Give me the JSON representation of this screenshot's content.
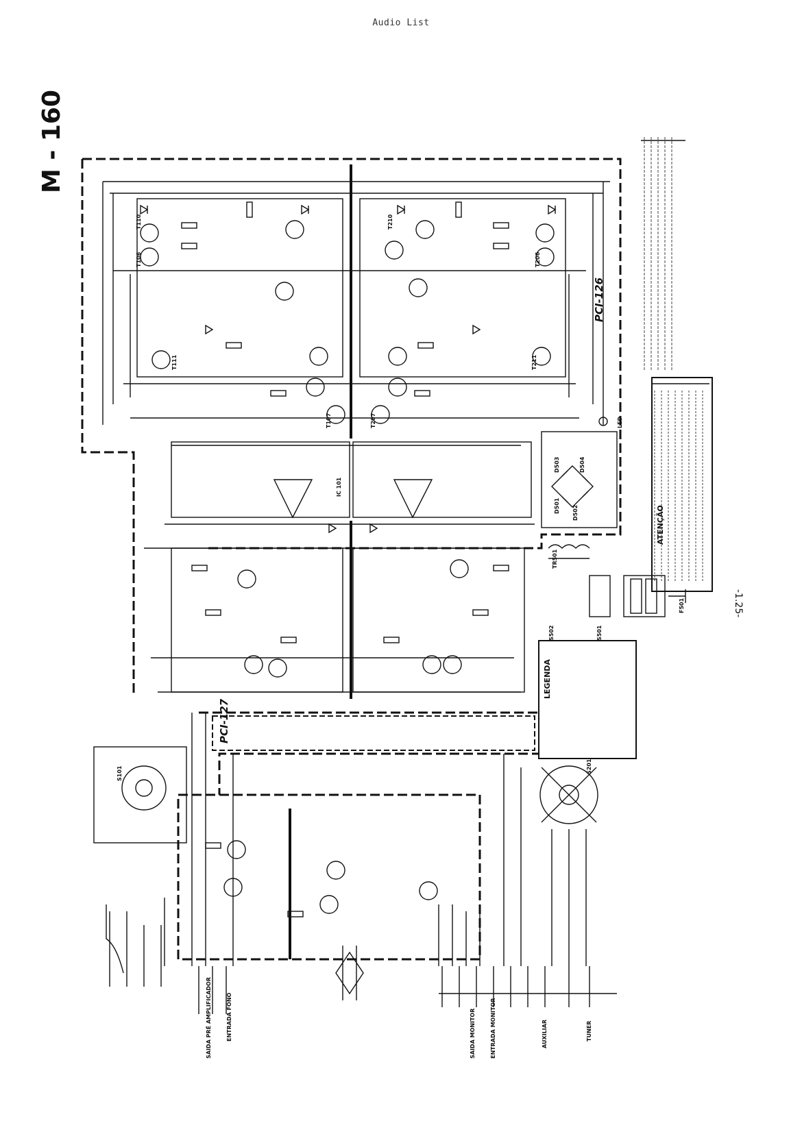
{
  "header": {
    "title": "Audio List"
  },
  "schematic": {
    "model": "M - 160",
    "boards": [
      "PCI-126",
      "PCI-127"
    ],
    "page_number": "-1.25-",
    "boxes": {
      "legend": "LEGENDA",
      "attention": "ATENÇÃO"
    },
    "inputs": [
      "SAIDA PRÉ AMPLIFICADOR",
      "ENTRADA FONO",
      "SAIDA MONITOR",
      "ENTRADA MONITOR",
      "AUXILIAR",
      "TUNER"
    ],
    "components": [
      "T110",
      "T106",
      "T210",
      "T206",
      "T111",
      "T211",
      "T107",
      "T207",
      "IC 101",
      "D501",
      "D502",
      "D503",
      "D504",
      "S501",
      "S502",
      "S101",
      "S201",
      "TR501",
      "F501",
      "LED"
    ]
  }
}
